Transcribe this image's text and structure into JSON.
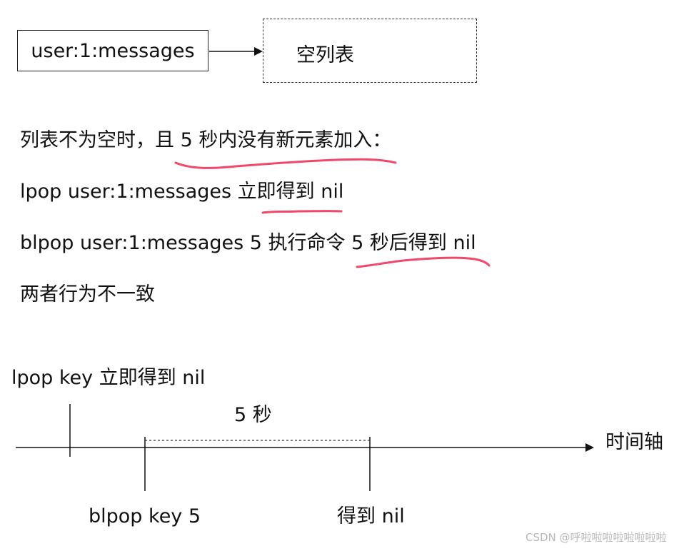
{
  "diagram": {
    "key_label": "user:1:messages",
    "empty_list_label": "空列表"
  },
  "text": {
    "line1": "列表不为空时，且 5 秒内没有新元素加入：",
    "line2": "lpop user:1:messages 立即得到 nil",
    "line3": "blpop user:1:messages 5 执行命令 5 秒后得到 nil",
    "line4": "两者行为不一致"
  },
  "timeline": {
    "lpop_label": "lpop key 立即得到 nil",
    "interval_label": "5 秒",
    "axis_label": "时间轴",
    "blpop_label": "blpop key 5",
    "nil_label": "得到 nil"
  },
  "colors": {
    "underline": "#f0476a",
    "line": "#111111"
  },
  "watermark": "CSDN @呼啦啦啦啦啦啦啦啦"
}
